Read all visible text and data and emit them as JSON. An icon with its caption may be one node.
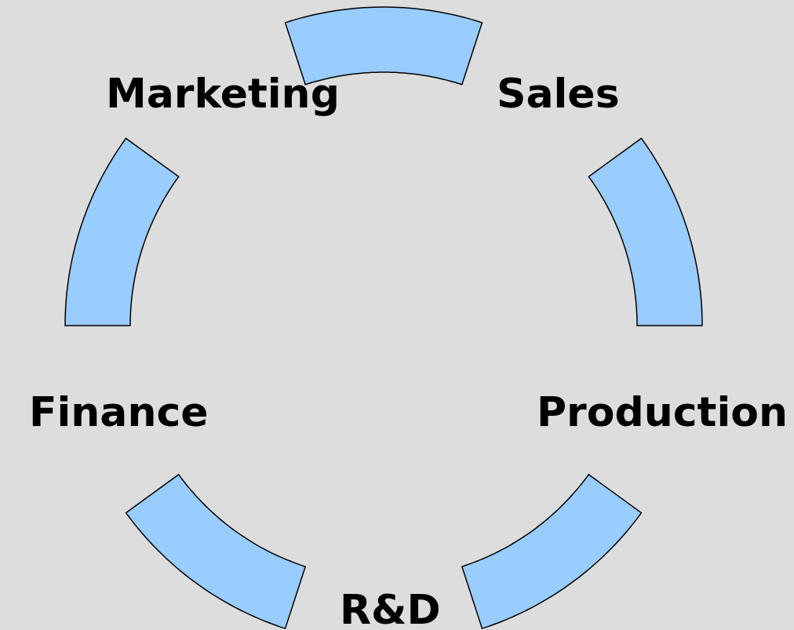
{
  "diagram": {
    "nodes": [
      {
        "text": [
          "Marketing"
        ]
      },
      {
        "text": [
          "Sales"
        ]
      },
      {
        "text": [
          "Production"
        ]
      },
      {
        "text": [
          "R&D"
        ]
      },
      {
        "text": [
          "Finance"
        ]
      }
    ],
    "edges": [
      {
        "from": 0,
        "to": 1,
        "arrow": "none",
        "style": "thick"
      },
      {
        "from": 1,
        "to": 2,
        "arrow": "none",
        "style": "thick"
      },
      {
        "from": 2,
        "to": 3,
        "arrow": "none",
        "style": "thick"
      },
      {
        "from": 3,
        "to": 4,
        "arrow": "none",
        "style": "thick"
      },
      {
        "from": 4,
        "to": 0,
        "arrow": "none",
        "style": "thick"
      }
    ]
  }
}
